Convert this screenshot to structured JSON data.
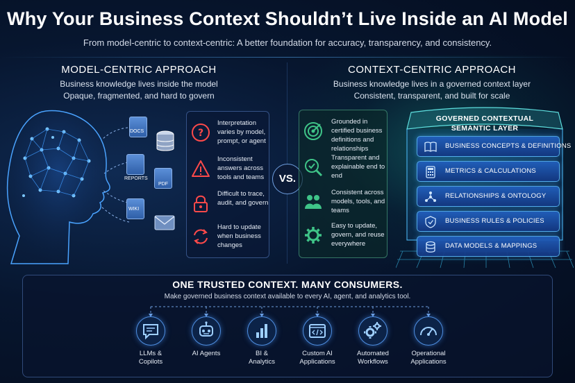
{
  "header": {
    "title": "Why Your Business Context Shouldn’t Live Inside an AI Model",
    "subtitle": "From model-centric to context-centric: A better foundation for accuracy, transparency, and consistency."
  },
  "left": {
    "heading": "MODEL-CENTRIC APPROACH",
    "line1": "Business knowledge lives inside the model",
    "line2": "Opaque, fragmented, and hard to govern",
    "accent": "#4f8ee0",
    "sources": [
      "DOCS",
      "REPORTS",
      "PDF",
      "WIKI"
    ],
    "items": [
      {
        "icon": "question-warning-icon",
        "text": "Interpretation varies by model, prompt, or agent"
      },
      {
        "icon": "warning-triangle-icon",
        "text": "Inconsistent answers across tools and teams"
      },
      {
        "icon": "lock-icon",
        "text": "Difficult to trace, audit, and govern"
      },
      {
        "icon": "refresh-icon",
        "text": "Hard to update when business changes"
      }
    ]
  },
  "vs_label": "VS.",
  "right": {
    "heading": "CONTEXT-CENTRIC APPROACH",
    "line1": "Business knowledge lives in a governed context layer",
    "line2": "Consistent, transparent, and built for scale",
    "accent": "#3fc488",
    "items": [
      {
        "icon": "target-icon",
        "text": "Grounded in certified business definitions and relationships"
      },
      {
        "icon": "magnifier-icon",
        "text": "Transparent and explainable end to end"
      },
      {
        "icon": "people-icon",
        "text": "Consistent across models, tools, and teams"
      },
      {
        "icon": "gear-icon",
        "text": "Easy to update, govern, and reuse everywhere"
      }
    ]
  },
  "stack": {
    "title_line1": "GOVERNED CONTEXTUAL",
    "title_line2": "SEMANTIC LAYER",
    "layers": [
      {
        "icon": "book-icon",
        "label": "BUSINESS CONCEPTS & DEFINITIONS"
      },
      {
        "icon": "calculator-icon",
        "label": "METRICS & CALCULATIONS"
      },
      {
        "icon": "network-icon",
        "label": "RELATIONSHIPS & ONTOLOGY"
      },
      {
        "icon": "shield-icon",
        "label": "BUSINESS RULES & POLICIES"
      },
      {
        "icon": "database-icon",
        "label": "DATA MODELS & MAPPINGS"
      }
    ]
  },
  "bottom": {
    "heading": "ONE TRUSTED CONTEXT. MANY CONSUMERS.",
    "subheading": "Make governed business context available to every AI, agent, and analytics tool.",
    "consumers": [
      {
        "icon": "chat-icon",
        "line1": "LLMs &",
        "line2": "Copilots"
      },
      {
        "icon": "robot-icon",
        "line1": "AI Agents",
        "line2": ""
      },
      {
        "icon": "bar-chart-icon",
        "line1": "BI &",
        "line2": "Analytics"
      },
      {
        "icon": "code-window-icon",
        "line1": "Custom AI",
        "line2": "Applications"
      },
      {
        "icon": "gears-icon",
        "line1": "Automated",
        "line2": "Workflows"
      },
      {
        "icon": "gauge-icon",
        "line1": "Operational",
        "line2": "Applications"
      }
    ]
  }
}
